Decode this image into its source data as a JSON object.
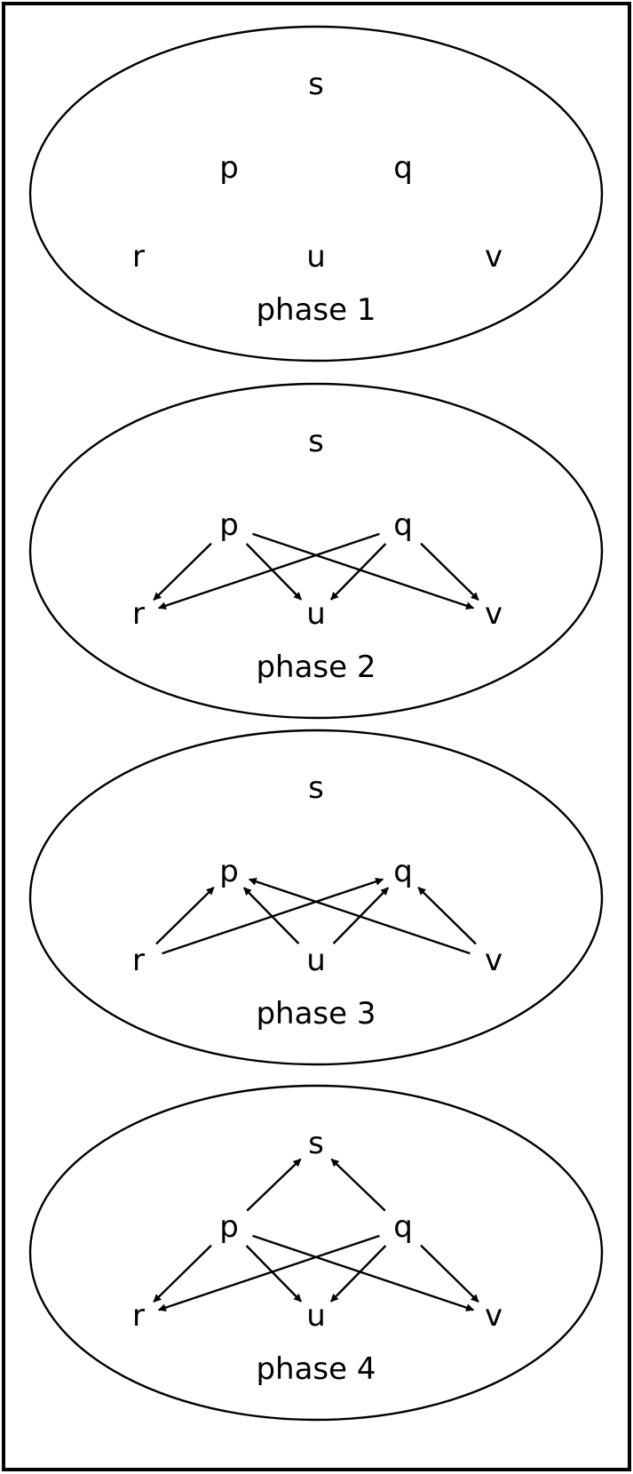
{
  "node_labels": {
    "s": "s",
    "p": "p",
    "q": "q",
    "r": "r",
    "u": "u",
    "v": "v"
  },
  "phases": [
    {
      "label": "phase 1",
      "edges": []
    },
    {
      "label": "phase 2",
      "edges": [
        [
          "p",
          "r"
        ],
        [
          "p",
          "u"
        ],
        [
          "p",
          "v"
        ],
        [
          "q",
          "r"
        ],
        [
          "q",
          "u"
        ],
        [
          "q",
          "v"
        ]
      ]
    },
    {
      "label": "phase 3",
      "edges": [
        [
          "r",
          "p"
        ],
        [
          "r",
          "q"
        ],
        [
          "u",
          "p"
        ],
        [
          "u",
          "q"
        ],
        [
          "v",
          "p"
        ],
        [
          "v",
          "q"
        ]
      ]
    },
    {
      "label": "phase 4",
      "edges": [
        [
          "p",
          "s"
        ],
        [
          "q",
          "s"
        ],
        [
          "p",
          "r"
        ],
        [
          "p",
          "u"
        ],
        [
          "p",
          "v"
        ],
        [
          "q",
          "r"
        ],
        [
          "q",
          "u"
        ],
        [
          "q",
          "v"
        ]
      ]
    }
  ]
}
